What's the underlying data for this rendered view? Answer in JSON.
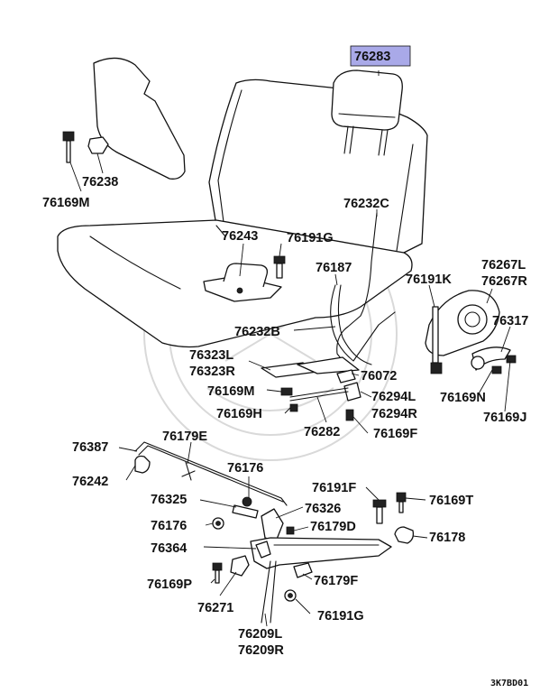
{
  "highlight_color": "#a9a9e8",
  "highlighted_part": "76283",
  "footer_code": "3K7BD01",
  "labels": {
    "p76283": "76283",
    "p76238": "76238",
    "p76169M_top": "76169M",
    "p76232C": "76232C",
    "p76243": "76243",
    "p76191G_top": "76191G",
    "p76187": "76187",
    "p76191K": "76191K",
    "p76267L": "76267L",
    "p76267R": "76267R",
    "p76317": "76317",
    "p76232B": "76232B",
    "p76323L": "76323L",
    "p76323R": "76323R",
    "p76072": "76072",
    "p76169M_mid": "76169M",
    "p76294L": "76294L",
    "p76294R": "76294R",
    "p76169N": "76169N",
    "p76169H": "76169H",
    "p76282": "76282",
    "p76169F": "76169F",
    "p76169J": "76169J",
    "p76387": "76387",
    "p76179E": "76179E",
    "p76242": "76242",
    "p76176_a": "76176",
    "p76191F": "76191F",
    "p76169T": "76169T",
    "p76325": "76325",
    "p76326": "76326",
    "p76176_b": "76176",
    "p76179D": "76179D",
    "p76178": "76178",
    "p76364": "76364",
    "p76179F": "76179F",
    "p76169P": "76169P",
    "p76271": "76271",
    "p76191G_bot": "76191G",
    "p76209L": "76209L",
    "p76209R": "76209R"
  }
}
